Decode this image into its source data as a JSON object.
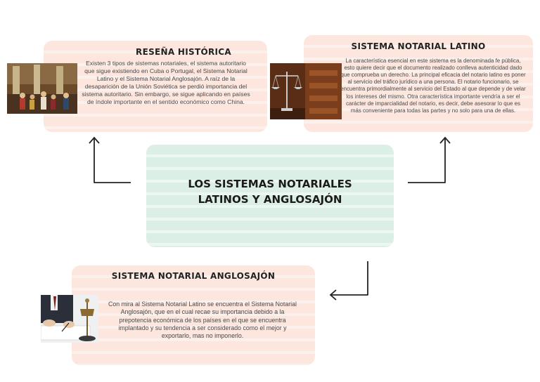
{
  "center": {
    "title": "LOS SISTEMAS NOTARIALES LATINOS Y ANGLOSAJÓN"
  },
  "resena": {
    "title": "RESEÑA HISTÓRICA",
    "text": "Existen 3 tipos de sistemas notariales, el sistema autoritario que sigue existiendo en Cuba o Portugal, el Sistema Notarial Latino y el Sistema Notarial Anglosajón. A raíz de la desaparición de la Unión Soviética se perdió importancia del sistema autoritario. Sin embargo, se sigue aplicando en países de índole importante en el sentido económico como China."
  },
  "latino": {
    "title": "SISTEMA NOTARIAL LATINO",
    "text": "La característica esencial en este sistema es la denominada fe pública, esto quiere decir que el documento realizado conlleva autenticidad dado que comprueba un derecho. La principal eficacia del notario latino es poner al servicio del tráfico jurídico a una persona. El notario funcionario, se encuentra primordialmente al servicio del Estado al que depende y de velar los intereses del mismo. Otra característica importante vendría a ser el carácter de imparcialidad del notario, es decir, debe asesorar lo que es más conveniente para todas las partes y no solo para una de ellas."
  },
  "anglo": {
    "title": "SISTEMA NOTARIAL ANGLOSAJÓN",
    "text": "Con mira al Sistema Notarial Latino se encuentra el Sistema Notarial Anglosajón, que en el cual recae su importancia debido a la prepotencia económica de los países en el que se encuentra implantado y su tendencia a ser considerado como el mejor y exportarlo, mas no imponerlo."
  },
  "images": {
    "resena": "historical-painting-image",
    "latino": "justice-scale-courtroom-image",
    "anglo": "lawyer-signing-document-image"
  },
  "colors": {
    "peach": "#fde6de",
    "mint": "#dcefe6",
    "arrow": "#222222"
  }
}
